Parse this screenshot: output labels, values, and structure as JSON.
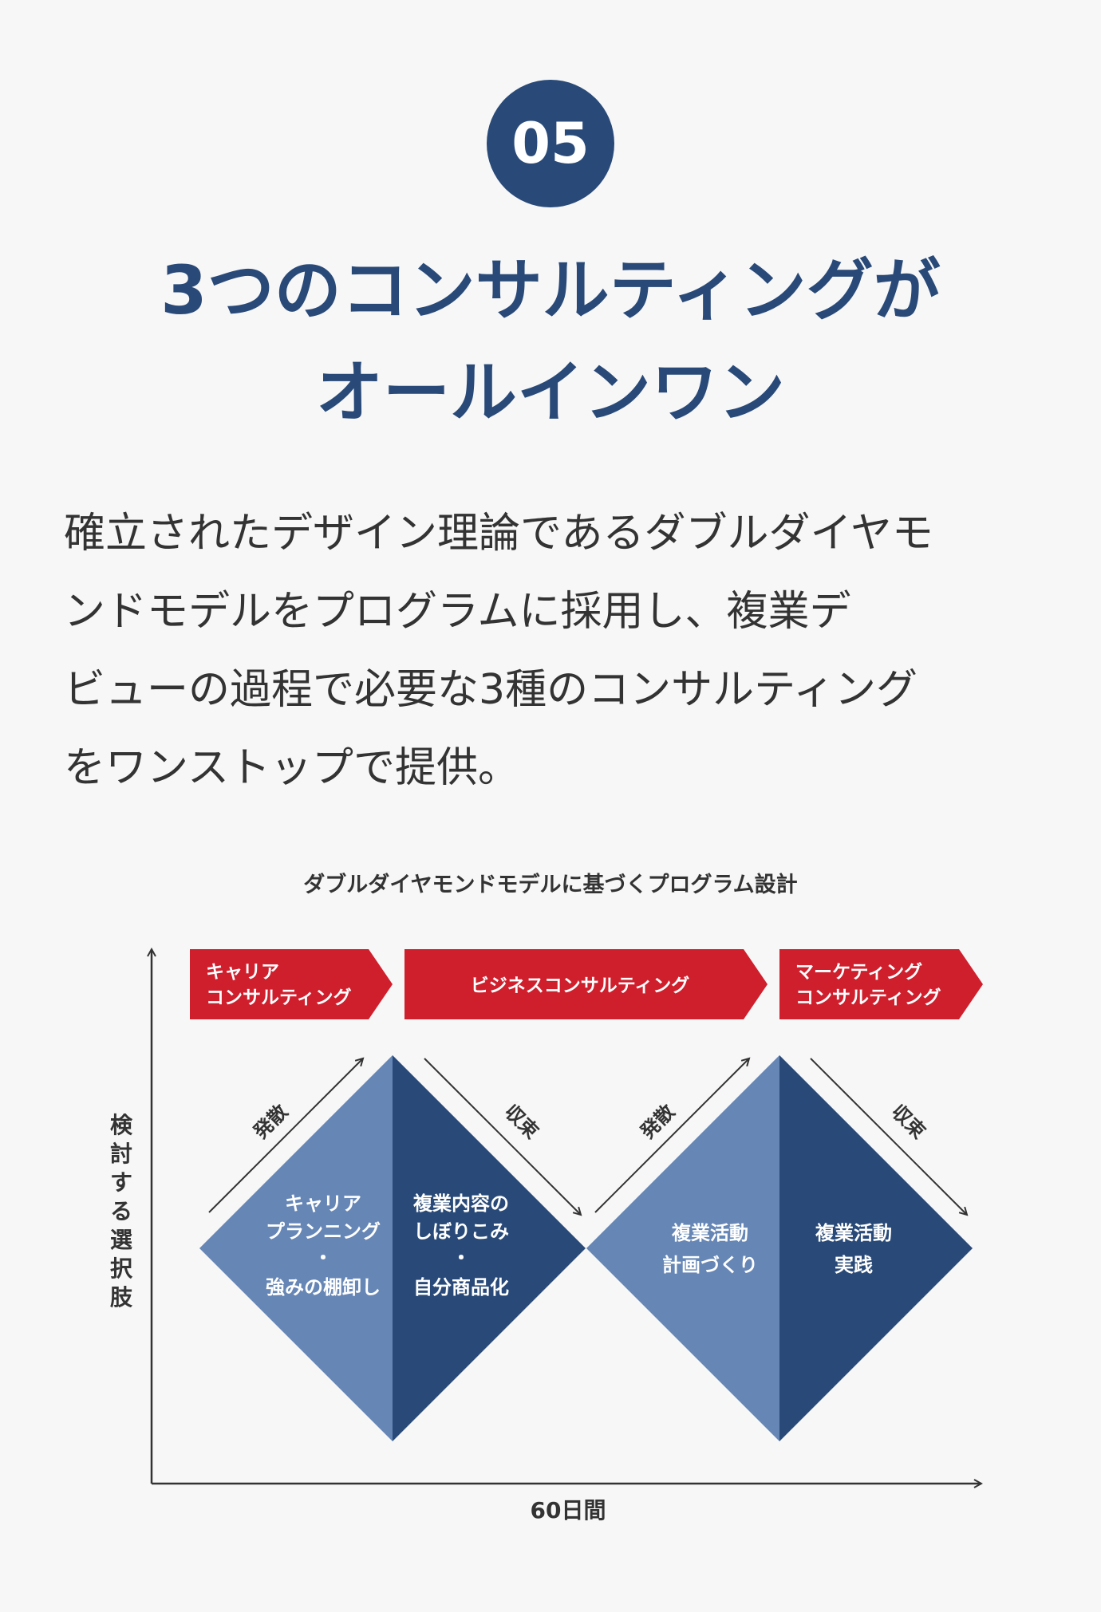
{
  "badge": {
    "number": "05"
  },
  "title": {
    "lines": [
      "3つのコンサルティングが",
      "オールインワン"
    ]
  },
  "description": {
    "lines": [
      "確立されたデザイン理論であるダブルダイヤモ",
      "ンドモデルをプログラムに採用し、複業デ",
      "ビューの過程で必要な3種のコンサルティング",
      "をワンストップで提供。"
    ]
  },
  "diagram": {
    "title": "ダブルダイヤモンドモデルに基づくプログラム設計",
    "y_axis_label": "検討する選択肢",
    "x_axis_label": "60日間",
    "phases": [
      {
        "lines": [
          "キャリア",
          "コンサルティング"
        ]
      },
      {
        "lines": [
          "ビジネスコンサルティング"
        ]
      },
      {
        "lines": [
          "マーケティング",
          "コンサルティング"
        ]
      }
    ],
    "arrows": [
      {
        "label": "発散",
        "direction": "up"
      },
      {
        "label": "収束",
        "direction": "down"
      },
      {
        "label": "発散",
        "direction": "up"
      },
      {
        "label": "収束",
        "direction": "down"
      }
    ],
    "diamonds": [
      {
        "left_lines": [
          "キャリア",
          "プランニング",
          "・",
          "強みの棚卸し"
        ],
        "right_lines": [
          "複業内容の",
          "しぼりこみ",
          "・",
          "自分商品化"
        ]
      },
      {
        "left_lines": [
          "複業活動",
          "計画づくり"
        ],
        "right_lines": [
          "複業活動",
          "実践"
        ]
      }
    ],
    "colors": {
      "phase_red": "#cf1f2d",
      "diamond_light": "#6686b5",
      "diamond_dark": "#294a78",
      "axis": "#333333"
    }
  }
}
